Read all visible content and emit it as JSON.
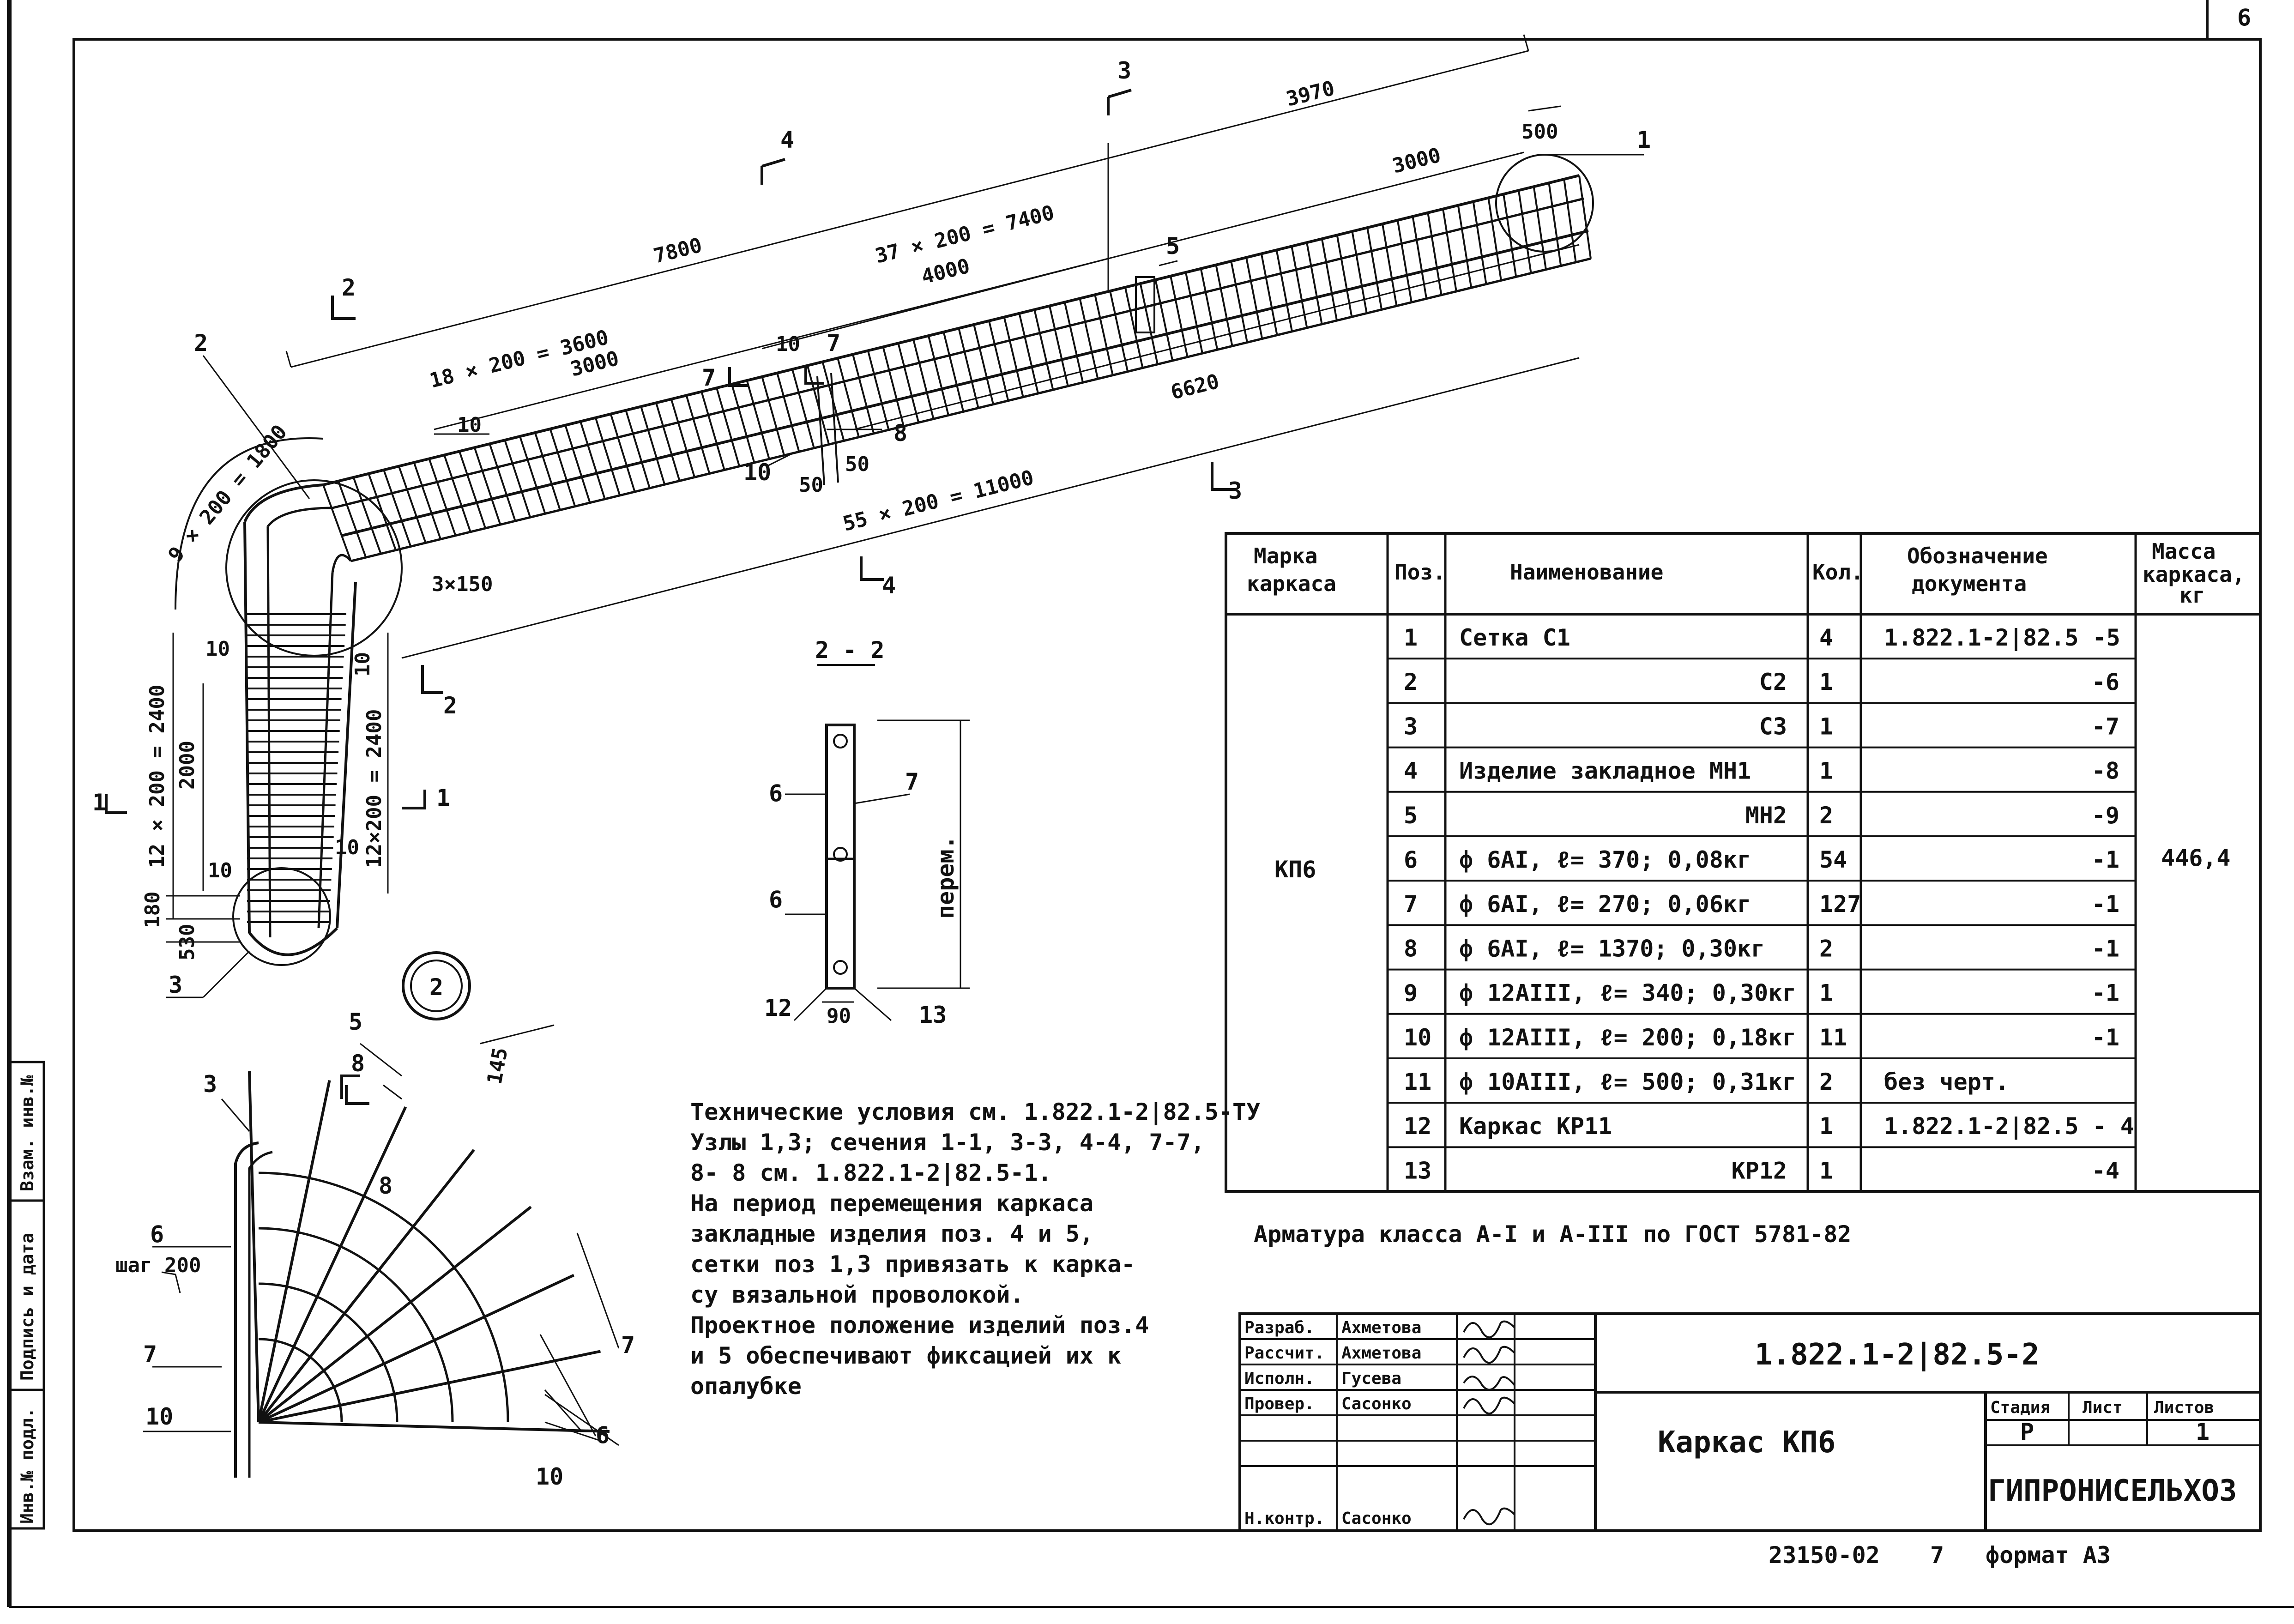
{
  "sheet": {
    "page_number": "6"
  },
  "drawing": {
    "dimensions": {
      "d3970": "3970",
      "d3000_top": "3000",
      "d500": "500",
      "d7800": "7800",
      "d37x200": "37 × 200 = 7400",
      "d4000": "4000",
      "d18x200": "18 × 200 = 3600",
      "d3000_left": "3000",
      "d6620": "6620",
      "d55x200": "55 × 200 = 11000",
      "d9x200": "9 × 200 = 1800",
      "d3x150": "3×150",
      "d12x200_a": "12 × 200 = 2400",
      "d2000": "2000",
      "d12x200_b": "12×200 = 2400",
      "d180": "180",
      "d530": "530",
      "d10": "10",
      "d50a": "50",
      "d50b": "50",
      "d145": "145",
      "d90": "90"
    },
    "section_marks": {
      "s1": "1",
      "s2": "2",
      "s3": "3",
      "s4": "4",
      "s7": "7",
      "s8": "8"
    },
    "callouts": {
      "c1": "1",
      "c2": "2",
      "c3": "3",
      "c5": "5",
      "c6": "6",
      "c7": "7",
      "c8": "8",
      "c10": "10",
      "c12": "12",
      "c13": "13"
    },
    "section_title": "2 - 2",
    "section_vertical_label": "перем.",
    "node_label": "2",
    "step_label": "шаг 200"
  },
  "spec_table": {
    "headers": {
      "mark": "Марка каркаса",
      "pos": "Поз.",
      "name": "Наименование",
      "qty": "Кол.",
      "doc": "Обозначение документа",
      "mass": "Масса каркаса, кг"
    },
    "mark_value": "КП6",
    "mass_value": "446,4",
    "rows": [
      {
        "pos": "1",
        "name": "Сетка С1",
        "qty": "4",
        "doc": "1.822.1-2|82.5 -5"
      },
      {
        "pos": "2",
        "name": "С2",
        "qty": "1",
        "doc": "-6"
      },
      {
        "pos": "3",
        "name": "С3",
        "qty": "1",
        "doc": "-7"
      },
      {
        "pos": "4",
        "name": "Изделие закладное МН1",
        "qty": "1",
        "doc": "-8"
      },
      {
        "pos": "5",
        "name": "МН2",
        "qty": "2",
        "doc": "-9"
      },
      {
        "pos": "6",
        "name": "ф 6АI, ℓ= 370; 0,08кг",
        "qty": "54",
        "doc": "-1"
      },
      {
        "pos": "7",
        "name": "ф 6АI, ℓ= 270; 0,06кг",
        "qty": "127",
        "doc": "-1"
      },
      {
        "pos": "8",
        "name": "ф 6АI, ℓ= 1370; 0,30кг",
        "qty": "2",
        "doc": "-1"
      },
      {
        "pos": "9",
        "name": "ф 12АIII, ℓ= 340; 0,30кг",
        "qty": "1",
        "doc": "-1"
      },
      {
        "pos": "10",
        "name": "ф 12АIII, ℓ= 200; 0,18кг",
        "qty": "11",
        "doc": "-1"
      },
      {
        "pos": "11",
        "name": "ф 10АIII, ℓ= 500; 0,31кг",
        "qty": "2",
        "doc": "без черт."
      },
      {
        "pos": "12",
        "name": "Каркас КР11",
        "qty": "1",
        "doc": "1.822.1-2|82.5 - 4"
      },
      {
        "pos": "13",
        "name": "КР12",
        "qty": "1",
        "doc": "-4"
      }
    ]
  },
  "steel_note": "Арматура класса А-I и А-III по ГОСТ 5781-82",
  "notes": [
    "Технические условия см. 1.822.1-2|82.5-ТУ",
    "Узлы 1,3; сечения 1-1, 3-3, 4-4, 7-7,",
    "8- 8 см. 1.822.1-2|82.5-1.",
    "На период перемещения каркаса",
    "закладные изделия поз. 4 и 5,",
    "сетки поз 1,3 привязать к карка-",
    "су вязальной проволокой.",
    "Проектное положение изделий поз.4",
    "и 5 обеспечивают фиксацией их к",
    "опалубке"
  ],
  "title_block": {
    "roles": [
      {
        "role": "Разраб.",
        "name": "Ахметова"
      },
      {
        "role": "Рассчит.",
        "name": "Ахметова"
      },
      {
        "role": "Исполн.",
        "name": "Гусева"
      },
      {
        "role": "Провер.",
        "name": "Сасонко"
      },
      {
        "role": "",
        "name": ""
      },
      {
        "role": "",
        "name": ""
      },
      {
        "role": "Н.контр.",
        "name": "Сасонко"
      }
    ],
    "designation": "1.822.1-2|82.5-2",
    "item_title": "Каркас КП6",
    "stage_header": "Стадия",
    "sheet_header": "Лист",
    "sheets_header": "Листов",
    "stage_value": "Р",
    "sheets_value": "1",
    "organization": "ГИПРОНИСЕЛЬХОЗ"
  },
  "bottom": {
    "inventory": "23150-02",
    "sheet_no": "7",
    "format": "формат А3"
  },
  "side_strip": {
    "inv_orig": "Инв.№ подл.",
    "sign_date": "Подпись и дата",
    "inv_sub": "Взам. инв.№"
  }
}
